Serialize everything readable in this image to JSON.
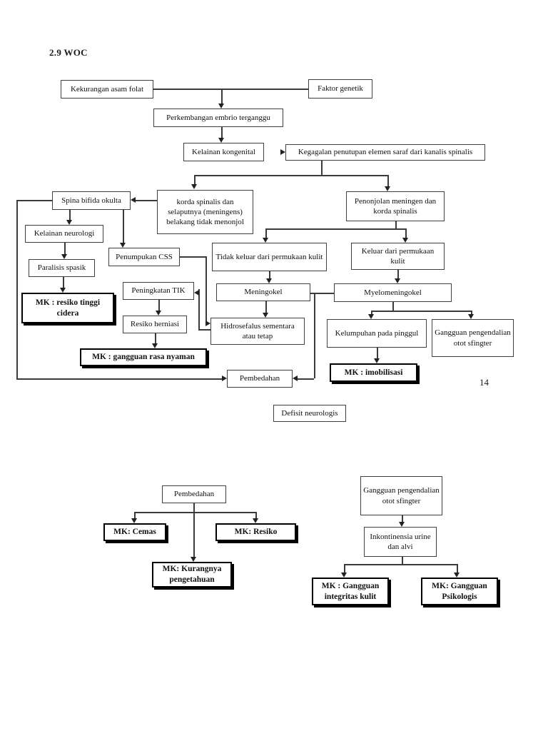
{
  "diagram": {
    "heading": "2.9 WOC",
    "page_number": "14",
    "nodes": {
      "kekurangan_asam_folat": "Kekurangan asam folat",
      "faktor_genetik": "Faktor genetik",
      "perkembangan_embrio": "Perkembangan embrio terganggu",
      "kelainan_kongenital": "Kelainan kongenital",
      "kegagalan_penutupan": "Kegagalan penutupan elemen saraf dari kanalis spinalis",
      "spina_bifida_okulta": "Spina bifida okulta",
      "korda_spinalis": "korda spinalis dan selaputnya (meningens) belakang tidak menonjol",
      "penonjolan_meningen": "Penonjolan meningen dan korda spinalis",
      "kelainan_neurologi": "Kelainan neurologi",
      "penumpukan_css": "Penumpukan CSS",
      "paralisis_spasik": "Paralisis spasik",
      "mk_resiko_tinggi_cidera": "MK : resiko tinggi cidera",
      "peningkatan_tik": "Peningkatan TIK",
      "resiko_herniasi": "Resiko herniasi",
      "mk_gangguan_rasa_nyaman": "MK : gangguan rasa nyaman",
      "tidak_keluar_permukaan": "Tidak keluar dari permukaan kulit",
      "keluar_permukaan": "Keluar dari permukaan kulit",
      "meningokel": "Meningokel",
      "myelomeningokel": "Myelomeningokel",
      "hidrosefalus": "Hidrosefalus sementara atau tetap",
      "kelumpuhan_pinggul": "Kelumpuhan pada pinggul",
      "gangguan_otot_sfingter": "Gangguan pengendalian otot sfingter",
      "mk_imobilisasi": "MK : imobilisasi",
      "pembedahan_atas": "Pembedahan",
      "defisit_neurologis": "Defisit neurologis",
      "pembedahan_bawah": "Pembedahan",
      "mk_cemas": "MK: Cemas",
      "mk_resiko": "MK: Resiko",
      "mk_kurangnya_pengetahuan": "MK: Kurangnya pengetahuan",
      "gangguan_otot_sfingter_2": "Gangguan pengendalian otot sfingter",
      "inkontinensia_urine": "Inkontinensia urine dan alvi",
      "mk_gangguan_integritas_kulit": "MK : Gangguan integritas kulit",
      "mk_gangguan_psikologis": "MK: Gangguan Psikologis"
    }
  }
}
